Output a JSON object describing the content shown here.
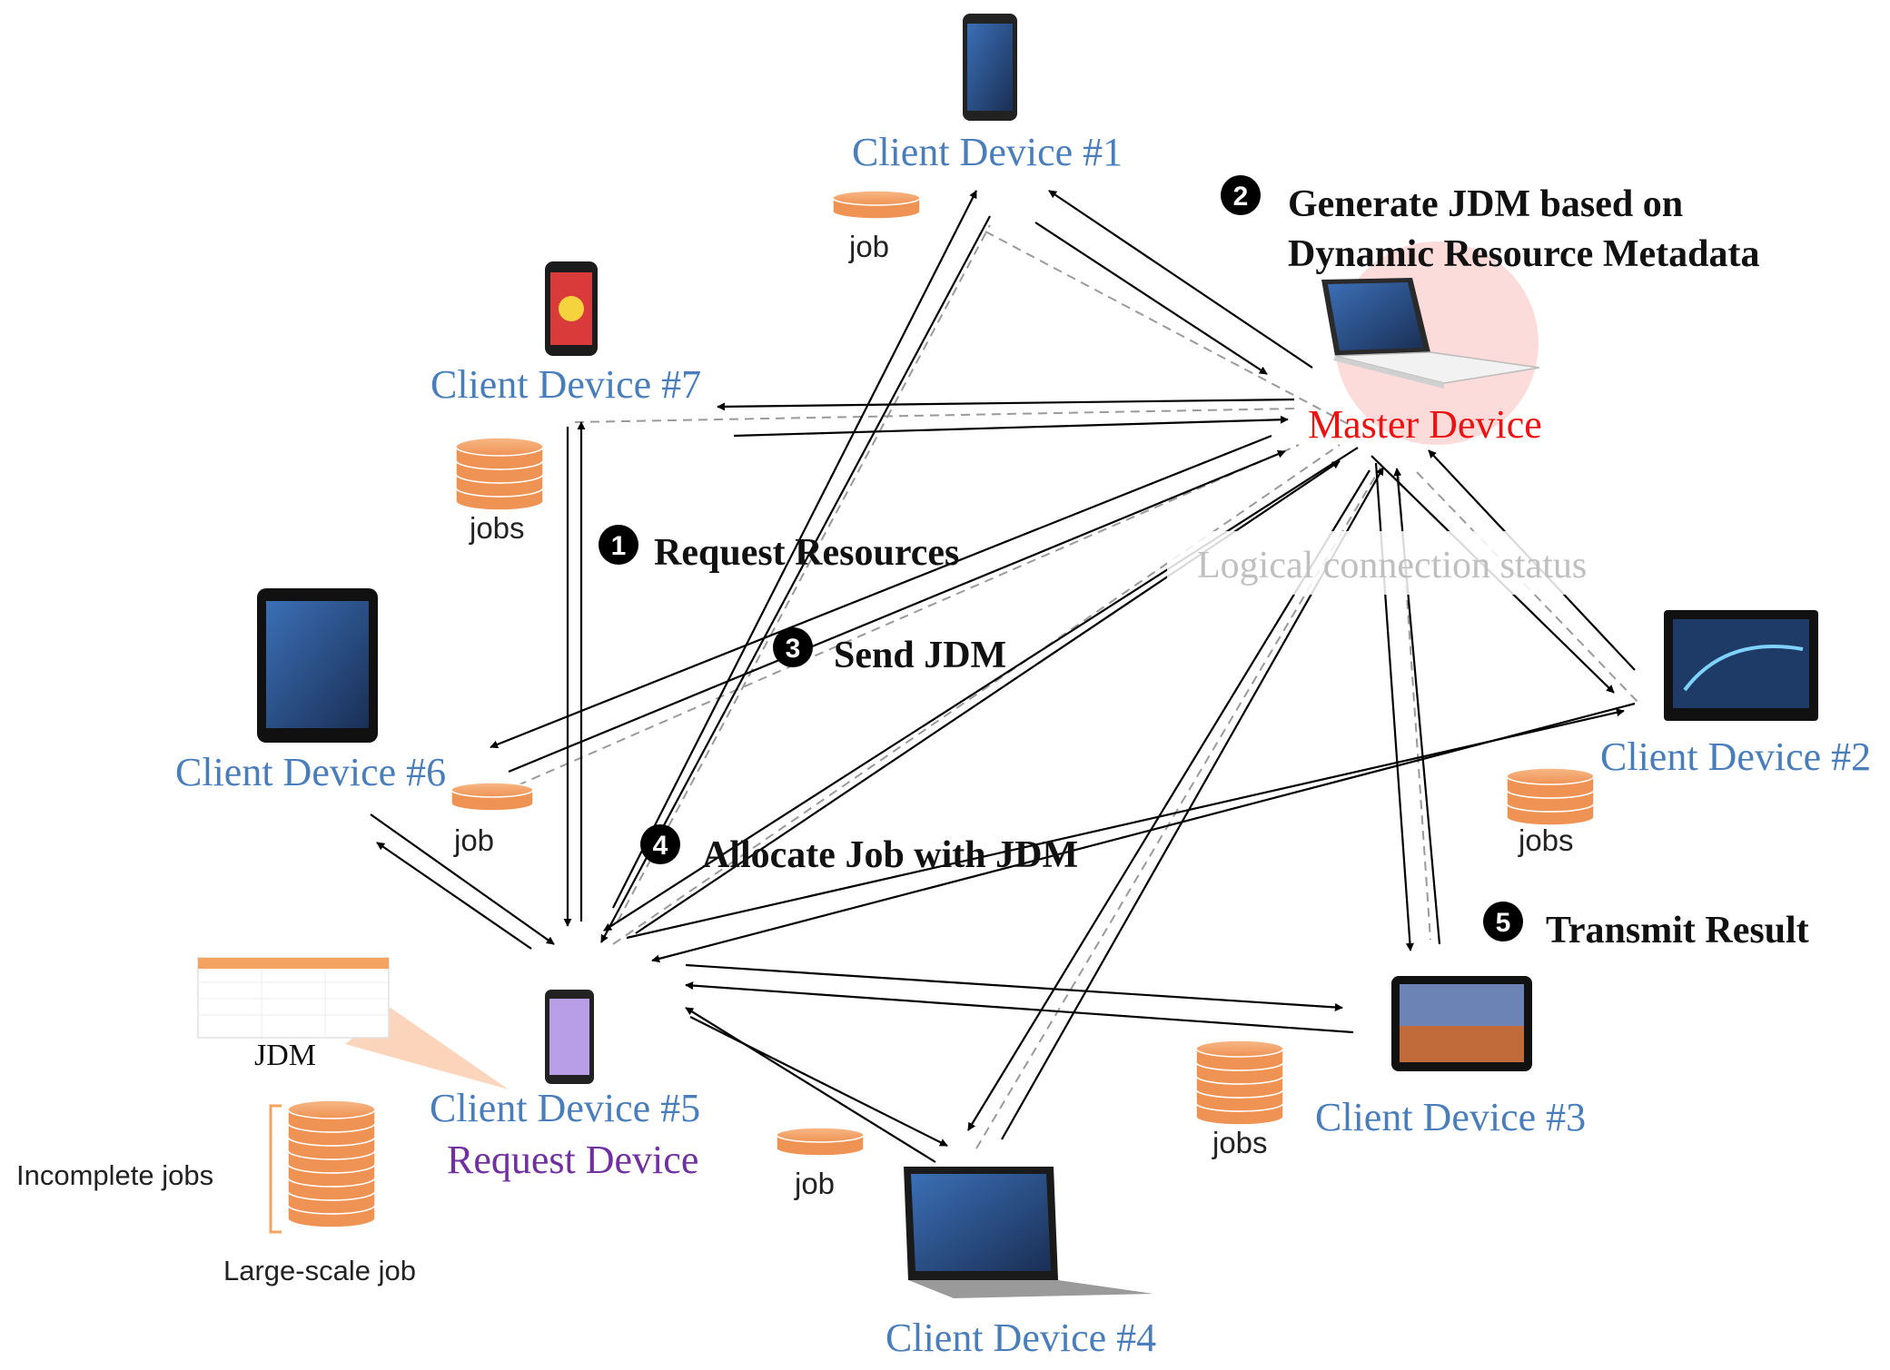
{
  "master": {
    "label": "Master Device"
  },
  "request_device": {
    "label": "Client Device #5",
    "role": "Request Device"
  },
  "clients": {
    "c1": {
      "label": "Client Device #1",
      "storage": "job"
    },
    "c2": {
      "label": "Client Device #2",
      "storage": "jobs"
    },
    "c3": {
      "label": "Client Device #3",
      "storage": "jobs"
    },
    "c4": {
      "label": "Client Device #4",
      "storage": "job"
    },
    "c6": {
      "label": "Client Device #6",
      "storage": "job"
    },
    "c7": {
      "label": "Client Device #7",
      "storage": "jobs"
    }
  },
  "steps": [
    {
      "num": "1",
      "label": "Request Resources"
    },
    {
      "num": "2",
      "line1": "Generate JDM based on",
      "line2": "Dynamic Resource Metadata"
    },
    {
      "num": "3",
      "label": "Send JDM"
    },
    {
      "num": "4",
      "label": "Allocate Job with JDM"
    },
    {
      "num": "5",
      "label": "Transmit Result"
    }
  ],
  "logical_connection": "Logical connection status",
  "jdm_label": "JDM",
  "incomplete_jobs": "Incomplete jobs",
  "large_scale_job": "Large-scale job",
  "colors": {
    "client_label": "#4a7ebb",
    "master_label": "#ee1111",
    "request_label": "#7030a0",
    "disk": "#f4a460",
    "master_halo": "#fbd5d5"
  }
}
